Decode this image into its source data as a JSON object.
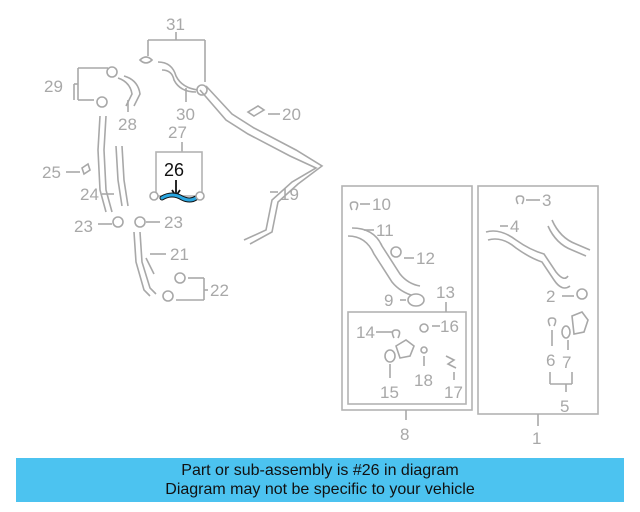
{
  "diagram": {
    "highlight_color": "#2aa6e0",
    "label_color": "#a8a8a8",
    "selected_part": "26",
    "callouts": [
      "31",
      "29",
      "28",
      "30",
      "20",
      "27",
      "26",
      "25",
      "24",
      "23",
      "23",
      "21",
      "22",
      "19",
      "10",
      "11",
      "12",
      "13",
      "9",
      "14",
      "16",
      "15",
      "18",
      "17",
      "8",
      "3",
      "4",
      "2",
      "6",
      "7",
      "5",
      "1"
    ]
  },
  "banner": {
    "line1": "Part or sub-assembly is #26 in diagram",
    "line2": "Diagram may not be specific to your vehicle",
    "color": "#4cc3f0"
  }
}
